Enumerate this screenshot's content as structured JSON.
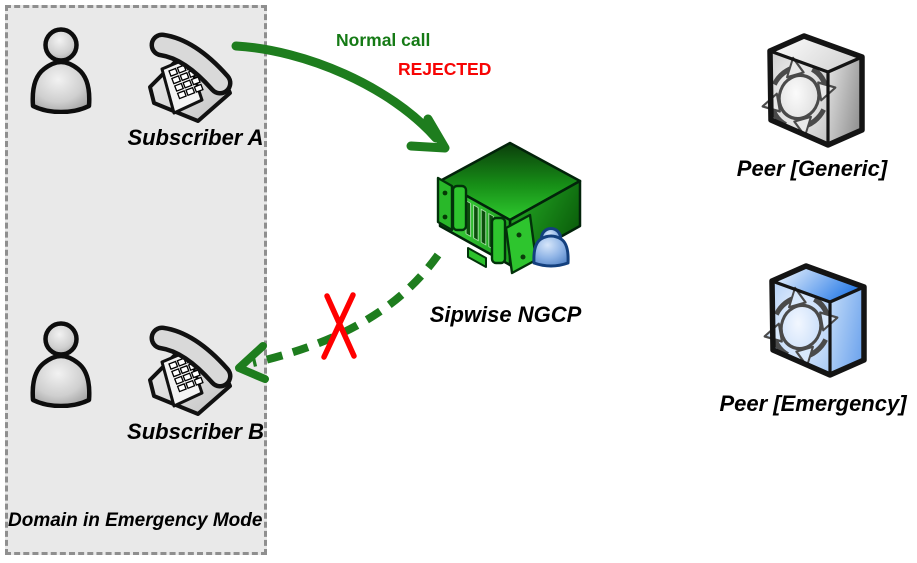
{
  "domain_box": {
    "label": "Domain in Emergency Mode"
  },
  "subscribers": [
    {
      "label": "Subscriber A"
    },
    {
      "label": "Subscriber B"
    }
  ],
  "server": {
    "label": "Sipwise NGCP"
  },
  "peers": [
    {
      "label": "Peer [Generic]"
    },
    {
      "label": "Peer [Emergency]"
    }
  ],
  "annotations": {
    "normal_call": "Normal call",
    "rejected": "REJECTED"
  },
  "icons": {
    "subscriber_person": "gray-user-silhouette",
    "subscriber_phone": "desk-telephone",
    "server": "green-rack-server",
    "server_user": "blue-user-silhouette",
    "peer_cube": "cube-with-rotation-arrows"
  },
  "colors": {
    "arrow_green": "#1e7d1e",
    "normal_call_text": "#157a15",
    "rejected_text": "#f70505",
    "x_red": "#ff0000",
    "domain_box_bg": "#e9e9e9",
    "domain_box_border": "#8f8f8f",
    "label_text": "#000000",
    "server_green": "#2fbf2f",
    "peer_emergency_blue": "#2f7fe8"
  }
}
